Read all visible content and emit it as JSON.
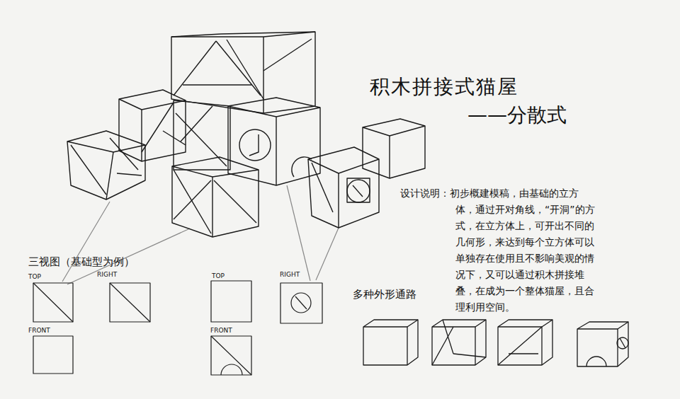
{
  "diagram": {
    "title": "积木拼接式猫屋",
    "labels": [
      "——分散式",
      "设计说明：初步概建模稿，由基础的立方体，通过开对角线，“开洞”的方式，在立方体上，可开出不同的几何形，来达到每个立方体可以单独存在使用且不影响美观的情况下，又可以通过积木拼接堆叠，在成为一个整体猫屋，且合理利用空间。",
      "三视图（基础型为例）",
      "TOP",
      "RIGHT",
      "FRONT",
      "TOP",
      "RIGHT",
      "FRONT",
      "多种外形通路"
    ]
  }
}
